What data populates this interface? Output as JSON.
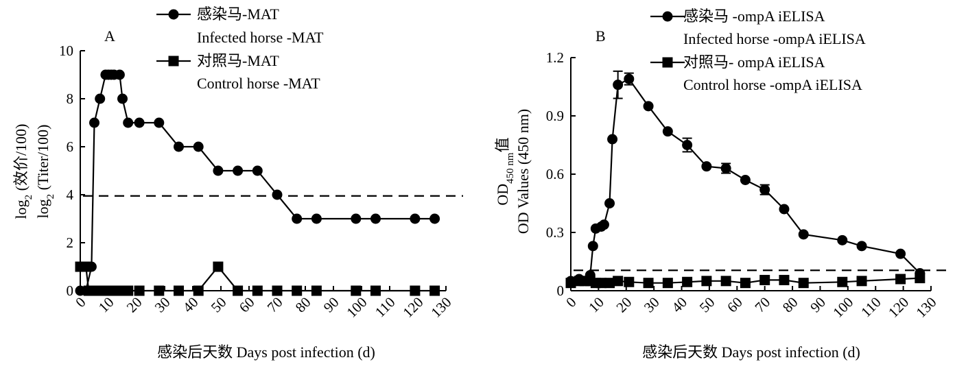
{
  "chart_data": [
    {
      "type": "line",
      "panel": "A",
      "xlabel": "感染后天数 Days post infection (d)",
      "ylabel_cn": "log2 (效价/100)",
      "ylabel_en": "log2 (Titer/100)",
      "xlim": [
        0,
        130
      ],
      "ylim": [
        0,
        10
      ],
      "xticks": [
        0,
        10,
        20,
        30,
        40,
        50,
        60,
        70,
        80,
        90,
        100,
        110,
        120,
        130
      ],
      "yticks": [
        0,
        2,
        4,
        6,
        8,
        10
      ],
      "ytick_labels": [
        "0",
        "2",
        "4",
        "6",
        "8",
        "10"
      ],
      "cutoff": 3.95,
      "legend_position": "top",
      "series": [
        {
          "name_cn": "感染马-MAT",
          "name_en": "Infected horse -MAT",
          "marker": "circle",
          "x": [
            0,
            2,
            4,
            5,
            7,
            9,
            10,
            11,
            12,
            14,
            15,
            17,
            21,
            28,
            35,
            42,
            49,
            56,
            63,
            70,
            77,
            84,
            98,
            105,
            119,
            126
          ],
          "y": [
            0,
            0,
            1,
            7,
            8,
            9,
            9,
            9,
            9,
            9,
            8,
            7,
            7,
            7,
            6,
            6,
            5,
            5,
            5,
            4,
            3,
            3,
            3,
            3,
            3,
            3
          ]
        },
        {
          "name_cn": "对照马-MAT",
          "name_en": "Control horse -MAT",
          "marker": "square",
          "x": [
            0,
            1,
            2,
            3,
            4,
            5,
            7,
            9,
            10,
            11,
            12,
            14,
            15,
            17,
            21,
            28,
            35,
            42,
            49,
            56,
            63,
            70,
            77,
            84,
            98,
            105,
            119,
            126
          ],
          "y": [
            1,
            1,
            1,
            0,
            0,
            0,
            0,
            0,
            0,
            0,
            0,
            0,
            0,
            0,
            0,
            0,
            0,
            0,
            1,
            0,
            0,
            0,
            0,
            0,
            0,
            0,
            0,
            0
          ]
        }
      ]
    },
    {
      "type": "line",
      "panel": "B",
      "xlabel": "感染后天数 Days post infection (d)",
      "ylabel_cn": "OD450 nm值",
      "ylabel_en": "OD Values (450 nm)",
      "xlim": [
        0,
        130
      ],
      "ylim": [
        0,
        1.2
      ],
      "xticks": [
        0,
        10,
        20,
        30,
        40,
        50,
        60,
        70,
        80,
        90,
        100,
        110,
        120,
        130
      ],
      "yticks": [
        0,
        0.3,
        0.6,
        0.9,
        1.2
      ],
      "ytick_labels": [
        "0",
        "0.3",
        "0.6",
        "0.9",
        "1.2"
      ],
      "cutoff": 0.105,
      "legend_position": "top",
      "series": [
        {
          "name_cn": "感染马 -ompA  iELISA",
          "name_en": "Infected horse -ompA  iELISA",
          "marker": "circle",
          "x": [
            0,
            3,
            7,
            8,
            9,
            11,
            12,
            14,
            15,
            17,
            21,
            28,
            35,
            42,
            49,
            56,
            63,
            70,
            77,
            84,
            98,
            105,
            119,
            126
          ],
          "y": [
            0.05,
            0.06,
            0.08,
            0.23,
            0.32,
            0.33,
            0.34,
            0.45,
            0.78,
            1.06,
            1.09,
            0.95,
            0.82,
            0.75,
            0.64,
            0.63,
            0.57,
            0.52,
            0.42,
            0.29,
            0.26,
            0.23,
            0.19,
            0.09
          ],
          "err": [
            0,
            0,
            0,
            0,
            0,
            0,
            0,
            0,
            0,
            0.07,
            0.03,
            0,
            0,
            0.035,
            0,
            0.025,
            0,
            0.025,
            0,
            0,
            0,
            0,
            0,
            0
          ]
        },
        {
          "name_cn": "对照马- ompA  iELISA",
          "name_en": "Control horse -ompA  iELISA",
          "marker": "square",
          "x": [
            0,
            3,
            5,
            7,
            9,
            11,
            14,
            17,
            21,
            28,
            35,
            42,
            49,
            56,
            63,
            70,
            77,
            84,
            98,
            105,
            119,
            126
          ],
          "y": [
            0.04,
            0.05,
            0.05,
            0.05,
            0.04,
            0.04,
            0.04,
            0.05,
            0.045,
            0.04,
            0.04,
            0.045,
            0.05,
            0.05,
            0.04,
            0.055,
            0.055,
            0.04,
            0.045,
            0.05,
            0.06,
            0.065
          ],
          "err": []
        }
      ]
    }
  ]
}
